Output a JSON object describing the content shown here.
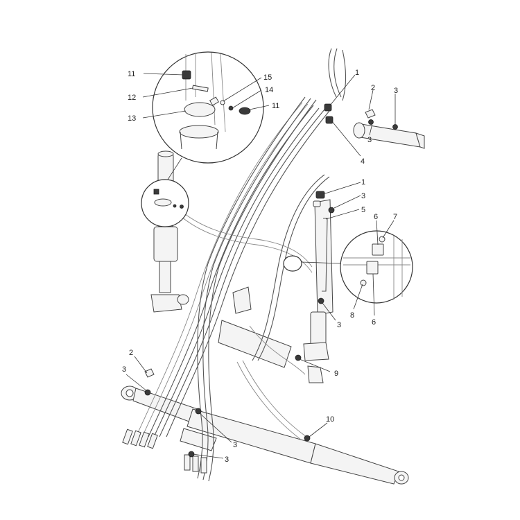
{
  "figure": {
    "callouts": {
      "c1a": "1",
      "c1b": "1",
      "c2a": "2",
      "c2b": "2",
      "c3a": "3",
      "c3b": "3",
      "c3c": "3",
      "c3d": "3",
      "c3e": "3",
      "c3f": "3",
      "c3g": "3",
      "c4": "4",
      "c5": "5",
      "c6a": "6",
      "c6b": "6",
      "c7": "7",
      "c8": "8",
      "c9": "9",
      "c10": "10",
      "c11a": "11",
      "c11b": "11",
      "c12": "12",
      "c13": "13",
      "c14": "14",
      "c15": "15"
    }
  }
}
